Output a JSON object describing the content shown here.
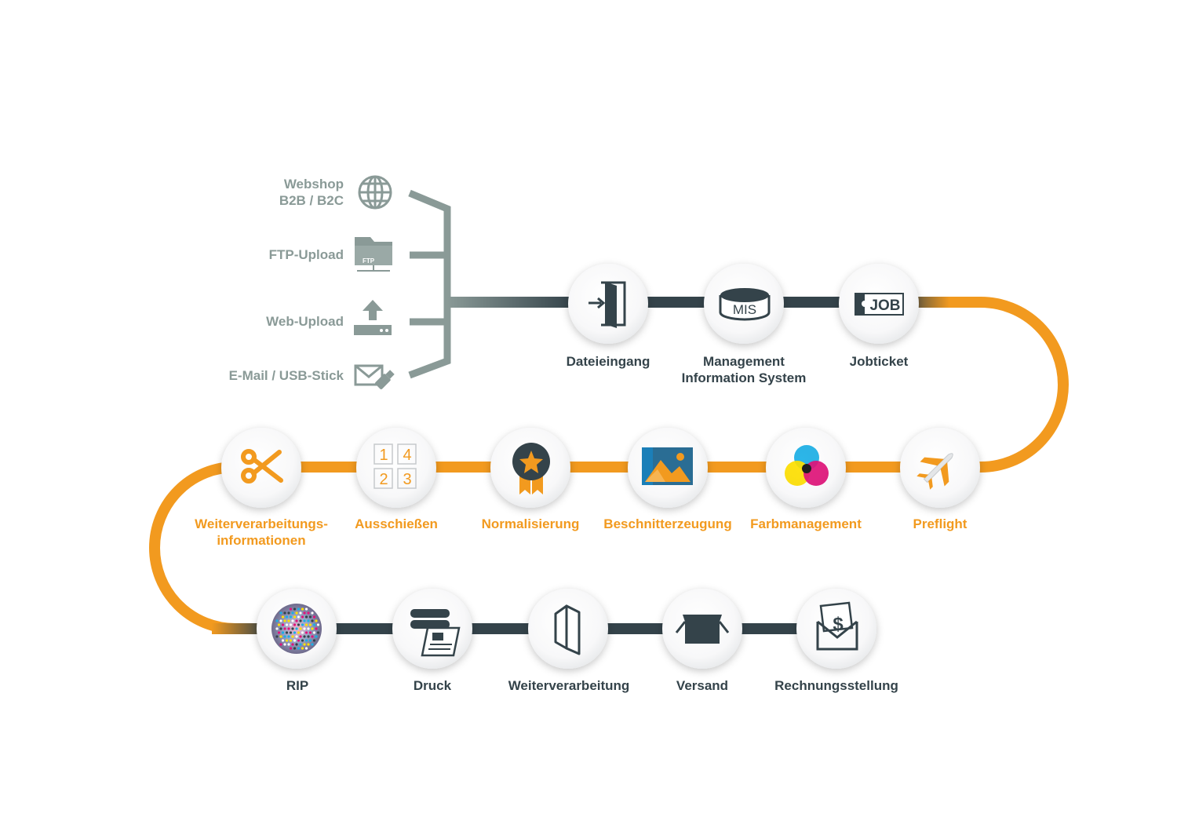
{
  "colors": {
    "dark": "#34434a",
    "orange": "#f29a1f",
    "gray": "#8a9a97"
  },
  "sources": [
    {
      "line1": "Webshop",
      "line2": "B2B / B2C",
      "icon": "globe-icon"
    },
    {
      "line1": "FTP-Upload",
      "line2": "",
      "icon": "ftp-folder-icon"
    },
    {
      "line1": "Web-Upload",
      "line2": "",
      "icon": "upload-icon"
    },
    {
      "line1": "E-Mail / USB-Stick",
      "line2": "",
      "icon": "mail-usb-icon"
    }
  ],
  "steps": {
    "dateieingang": {
      "line1": "Dateieingang",
      "line2": "",
      "icon": "door-enter-icon"
    },
    "mis": {
      "line1": "Management",
      "line2": "Information System",
      "icon": "database-icon",
      "icon_text": "MIS"
    },
    "jobticket": {
      "line1": "Jobticket",
      "line2": "",
      "icon": "ticket-icon",
      "icon_text": "JOB"
    },
    "preflight": {
      "line1": "Preflight",
      "line2": "",
      "icon": "airplane-icon"
    },
    "farbmanagement": {
      "line1": "Farbmanagement",
      "line2": "",
      "icon": "color-circles-icon"
    },
    "beschnitt": {
      "line1": "Beschnitterzeugung",
      "line2": "",
      "icon": "image-icon"
    },
    "normalisierung": {
      "line1": "Normalisierung",
      "line2": "",
      "icon": "award-star-icon"
    },
    "ausschiessen": {
      "line1": "Ausschießen",
      "line2": "",
      "icon": "imposition-pages-icon",
      "pages": [
        "1",
        "4",
        "2",
        "3"
      ]
    },
    "weiterinfo": {
      "line1": "Weiterverarbeitungs-",
      "line2": "informationen",
      "icon": "scissors-icon"
    },
    "rip": {
      "line1": "RIP",
      "line2": "",
      "icon": "halftone-dots-icon"
    },
    "druck": {
      "line1": "Druck",
      "line2": "",
      "icon": "printing-press-icon"
    },
    "weiterverarbeitung": {
      "line1": "Weiterverarbeitung",
      "line2": "",
      "icon": "folded-paper-icon"
    },
    "versand": {
      "line1": "Versand",
      "line2": "",
      "icon": "box-icon"
    },
    "rechnung": {
      "line1": "Rechnungsstellung",
      "line2": "",
      "icon": "envelope-dollar-icon",
      "icon_text": "$"
    }
  }
}
